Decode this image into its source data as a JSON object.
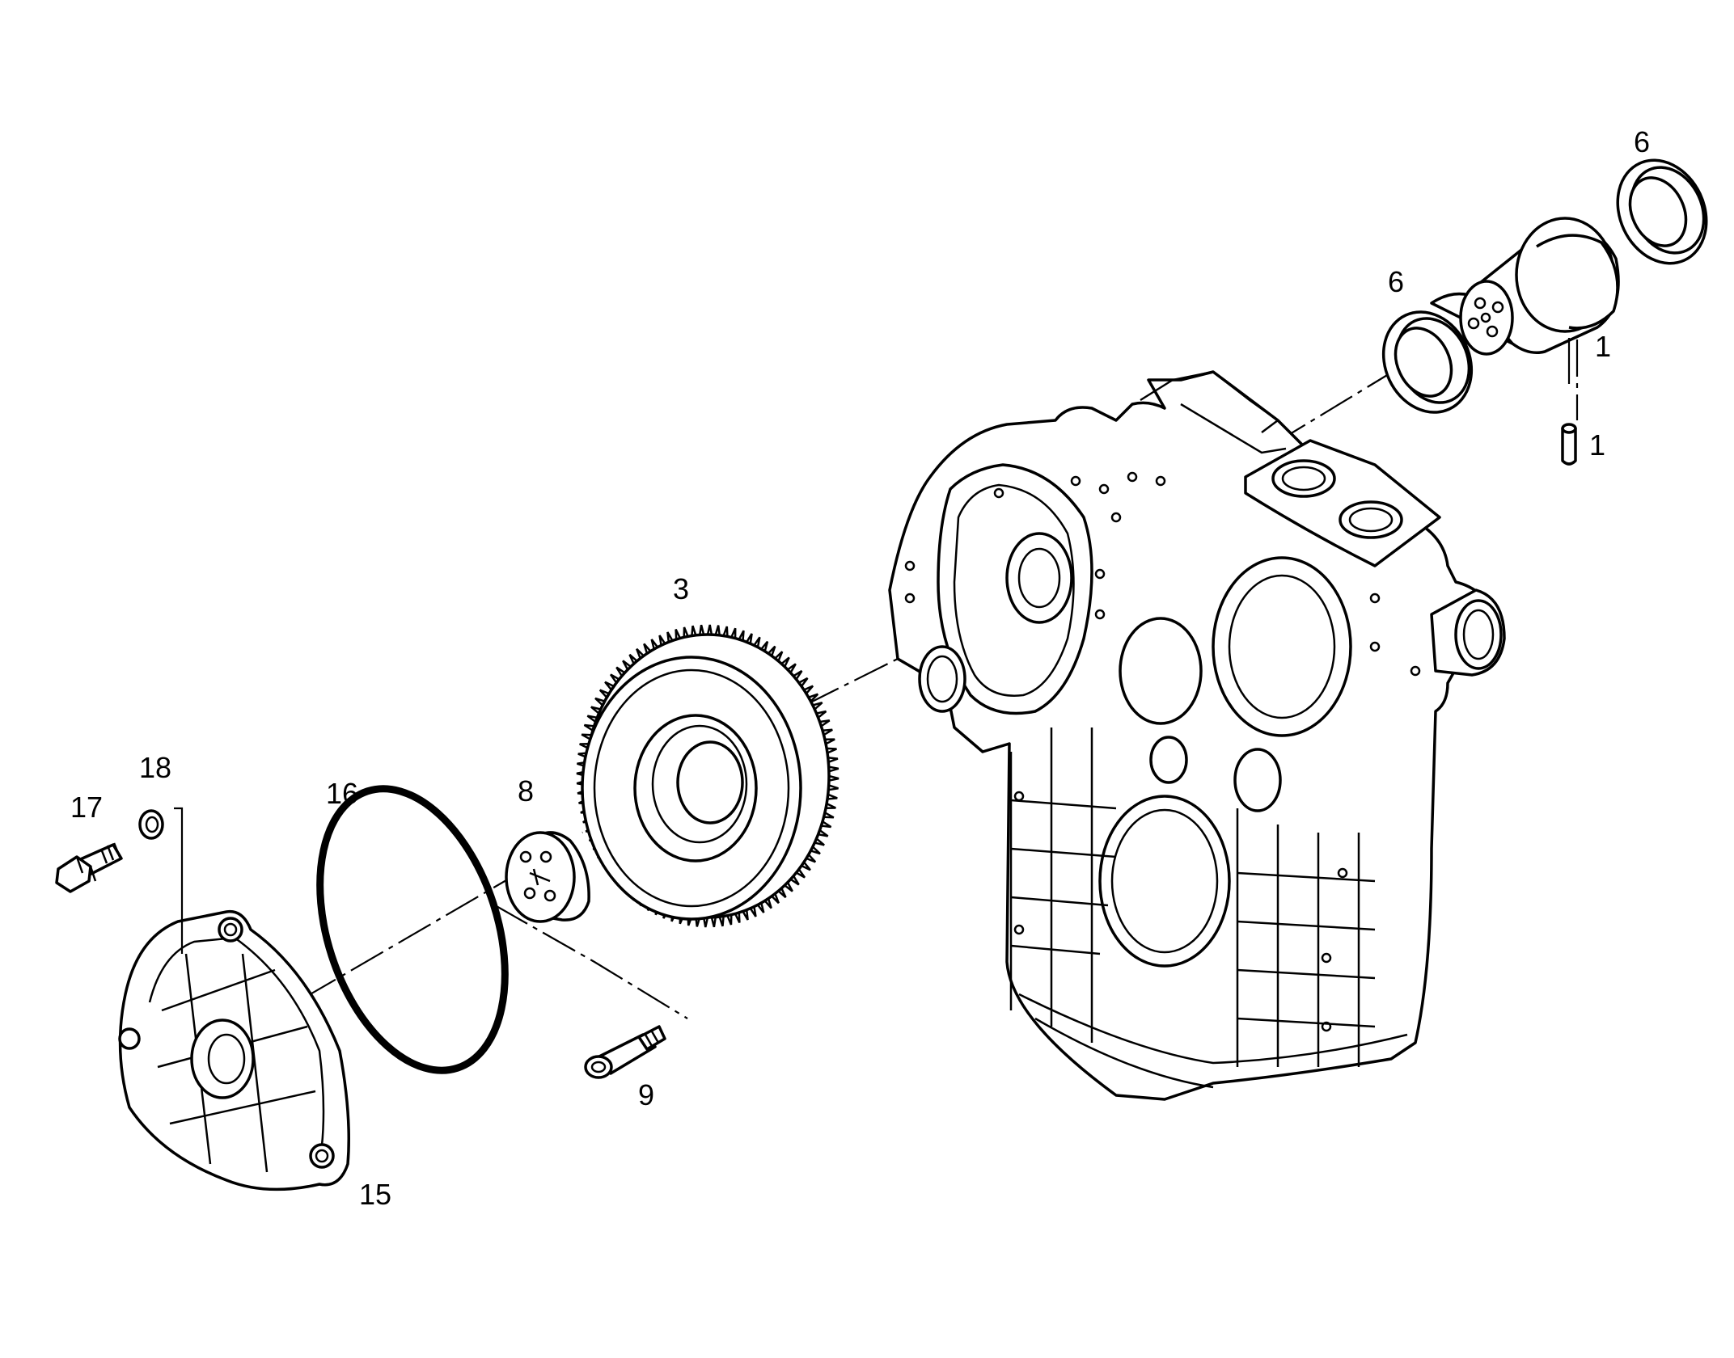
{
  "labels": {
    "p1_sleeve": "1",
    "p1_pin": "1",
    "p3": "3",
    "p6_left": "6",
    "p6_right": "6",
    "p8": "8",
    "p9": "9",
    "p15": "15",
    "p16": "16",
    "p17": "17",
    "p18": "18"
  },
  "parts": {
    "gear_teeth": 96
  }
}
